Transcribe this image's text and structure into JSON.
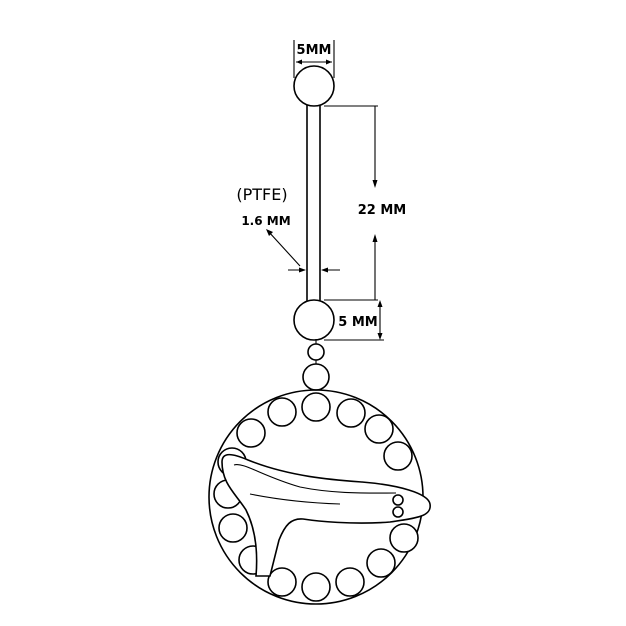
{
  "dimensions": {
    "top_ball": "5MM",
    "bar_length": "22 MM",
    "material": "(PTFE)",
    "bar_gauge": "1.6 MM",
    "bottom_ball": "5 MM"
  },
  "colors": {
    "line": "#000000",
    "background": "#ffffff"
  }
}
